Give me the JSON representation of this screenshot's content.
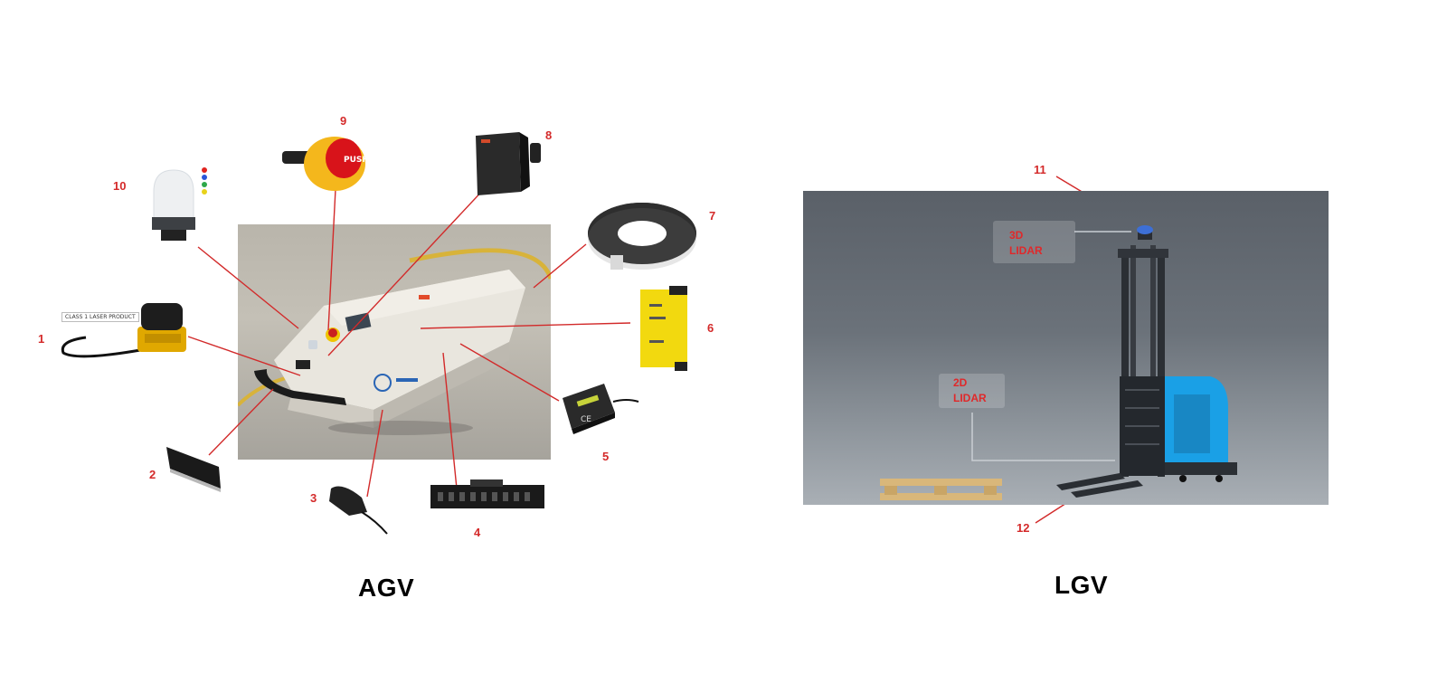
{
  "agv": {
    "caption": "AGV",
    "labels": [
      "1",
      "2",
      "3",
      "4",
      "5",
      "6",
      "7",
      "8",
      "9",
      "10"
    ],
    "laser_label": "CLASS 1 LASER PRODUCT",
    "estop_text": "PUSH",
    "signal_dot_colors": [
      "#e0231f",
      "#2a56d9",
      "#2ea84a",
      "#e8d21a"
    ]
  },
  "lgv": {
    "caption": "LGV",
    "labels": [
      "11",
      "12"
    ],
    "lidar_3d": [
      "3D",
      "LIDAR"
    ],
    "lidar_2d": [
      "2D",
      "LIDAR"
    ]
  },
  "colors": {
    "label_red": "#d42a2a",
    "callout_line": "#d22a2a",
    "forklift_blue": "#1aa0e6",
    "safety_yellow": "#f2d90f"
  }
}
